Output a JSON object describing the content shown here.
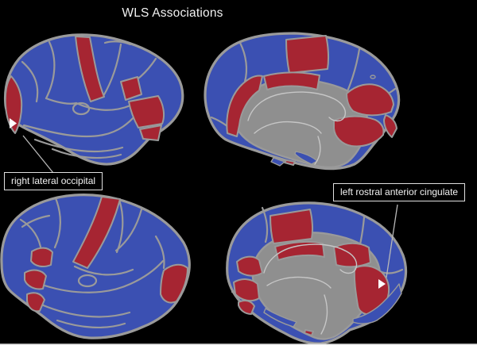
{
  "title": "WLS Associations",
  "callouts": {
    "occipital": {
      "label": "right lateral occipital"
    },
    "cingulate": {
      "label": "left rostral anterior cingulate"
    }
  },
  "colors": {
    "background": "#000000",
    "region_blue": "#3B50B2",
    "region_red": "#A62532",
    "border_gray": "#9A9A9A",
    "subcortical_gray": "#8F8F8F",
    "inner_line_gray": "#C6C6C6",
    "callout_line": "#B8B8B8",
    "callout_border": "#E0E0E0",
    "text": "#F2F2F2",
    "highlight_arrow": "#FFFFFF"
  }
}
